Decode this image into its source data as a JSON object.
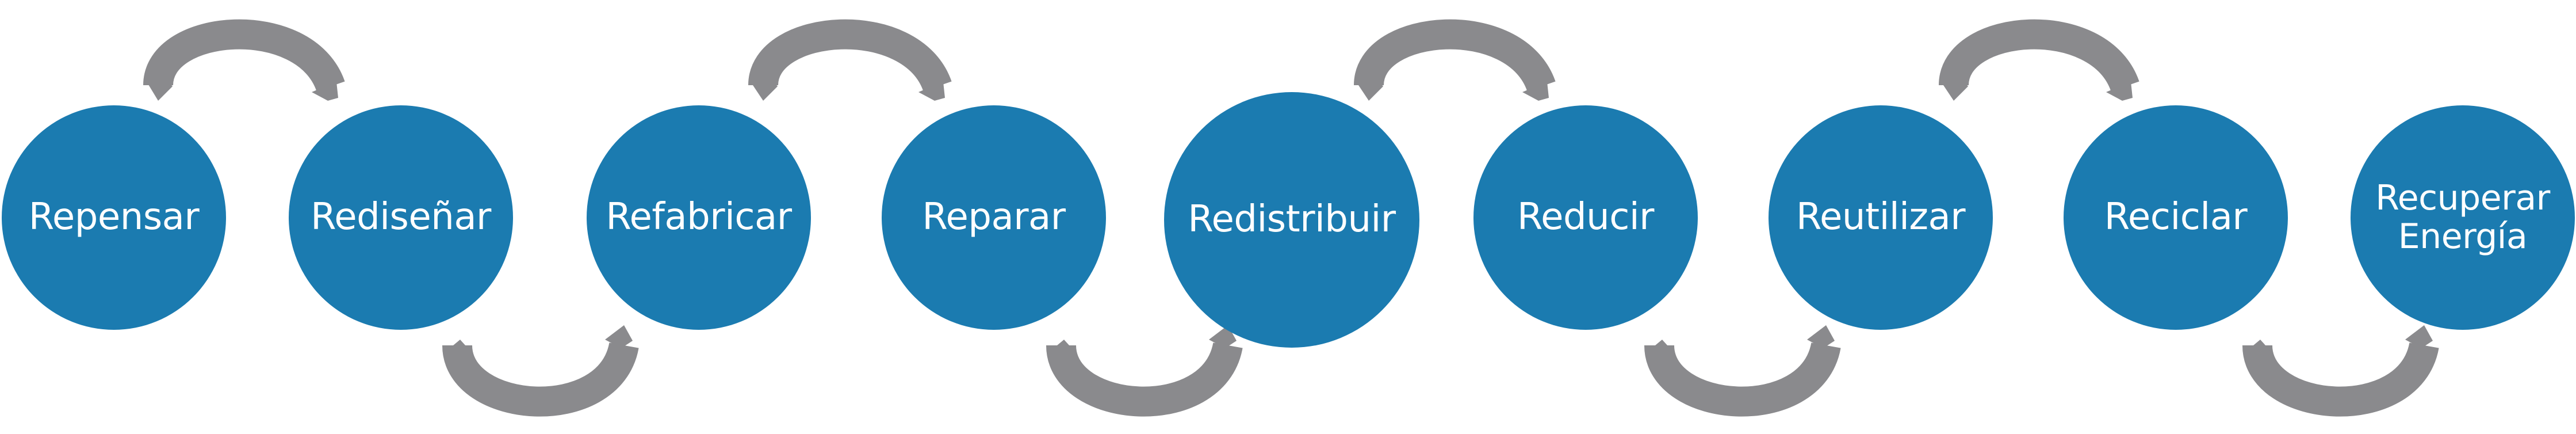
{
  "diagram": {
    "title": "Economía circular - estrategias R",
    "steps": [
      {
        "label": "Repensar"
      },
      {
        "label": "Rediseñar"
      },
      {
        "label": "Refabricar"
      },
      {
        "label": "Reparar"
      },
      {
        "label": "Redistribuir"
      },
      {
        "label": "Reducir"
      },
      {
        "label": "Reutilizar"
      },
      {
        "label": "Reciclar"
      },
      {
        "label": "Recuperar Energía"
      }
    ],
    "colors": {
      "node_fill": "#1b7bb0",
      "node_text": "#ffffff",
      "arrow": "#8a8a8d"
    },
    "connector_icon": "curved-arrow-icon"
  }
}
